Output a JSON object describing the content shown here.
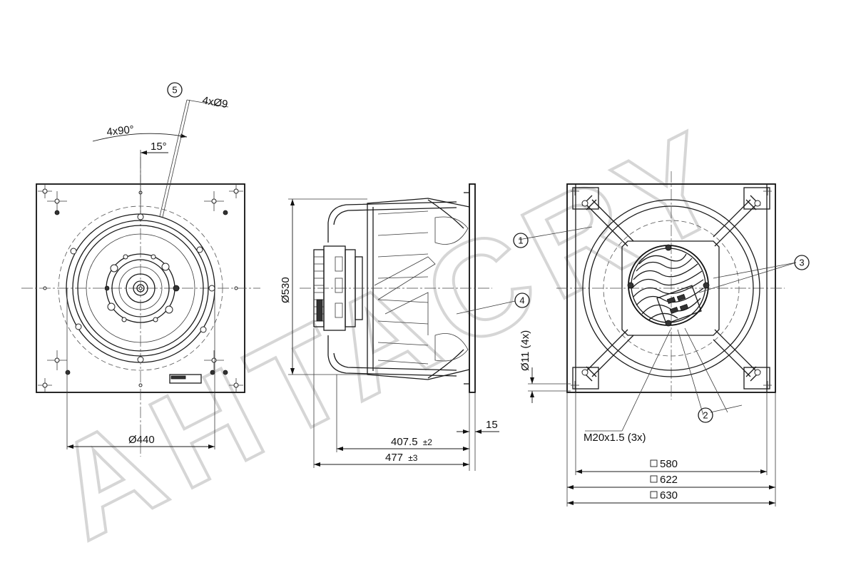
{
  "watermark": "AHTACRY",
  "left_view": {
    "angle_spacing": "4x90°",
    "angle_offset": "15°",
    "hole_spec": "4xØ9",
    "callout_5": "5",
    "diameter": "Ø440"
  },
  "side_view": {
    "diameter": "Ø530",
    "callout_4": "4",
    "depth_1_value": "407.5",
    "depth_1_tol": "±2",
    "depth_2_value": "477",
    "depth_2_tol": "±3",
    "flange": "15"
  },
  "right_view": {
    "callout_1": "1",
    "callout_2": "2",
    "callout_3": "3",
    "holes": "Ø11 (4x)",
    "thread": "M20x1.5 (3x)",
    "square_1": "580",
    "square_2": "622",
    "square_3": "630"
  }
}
